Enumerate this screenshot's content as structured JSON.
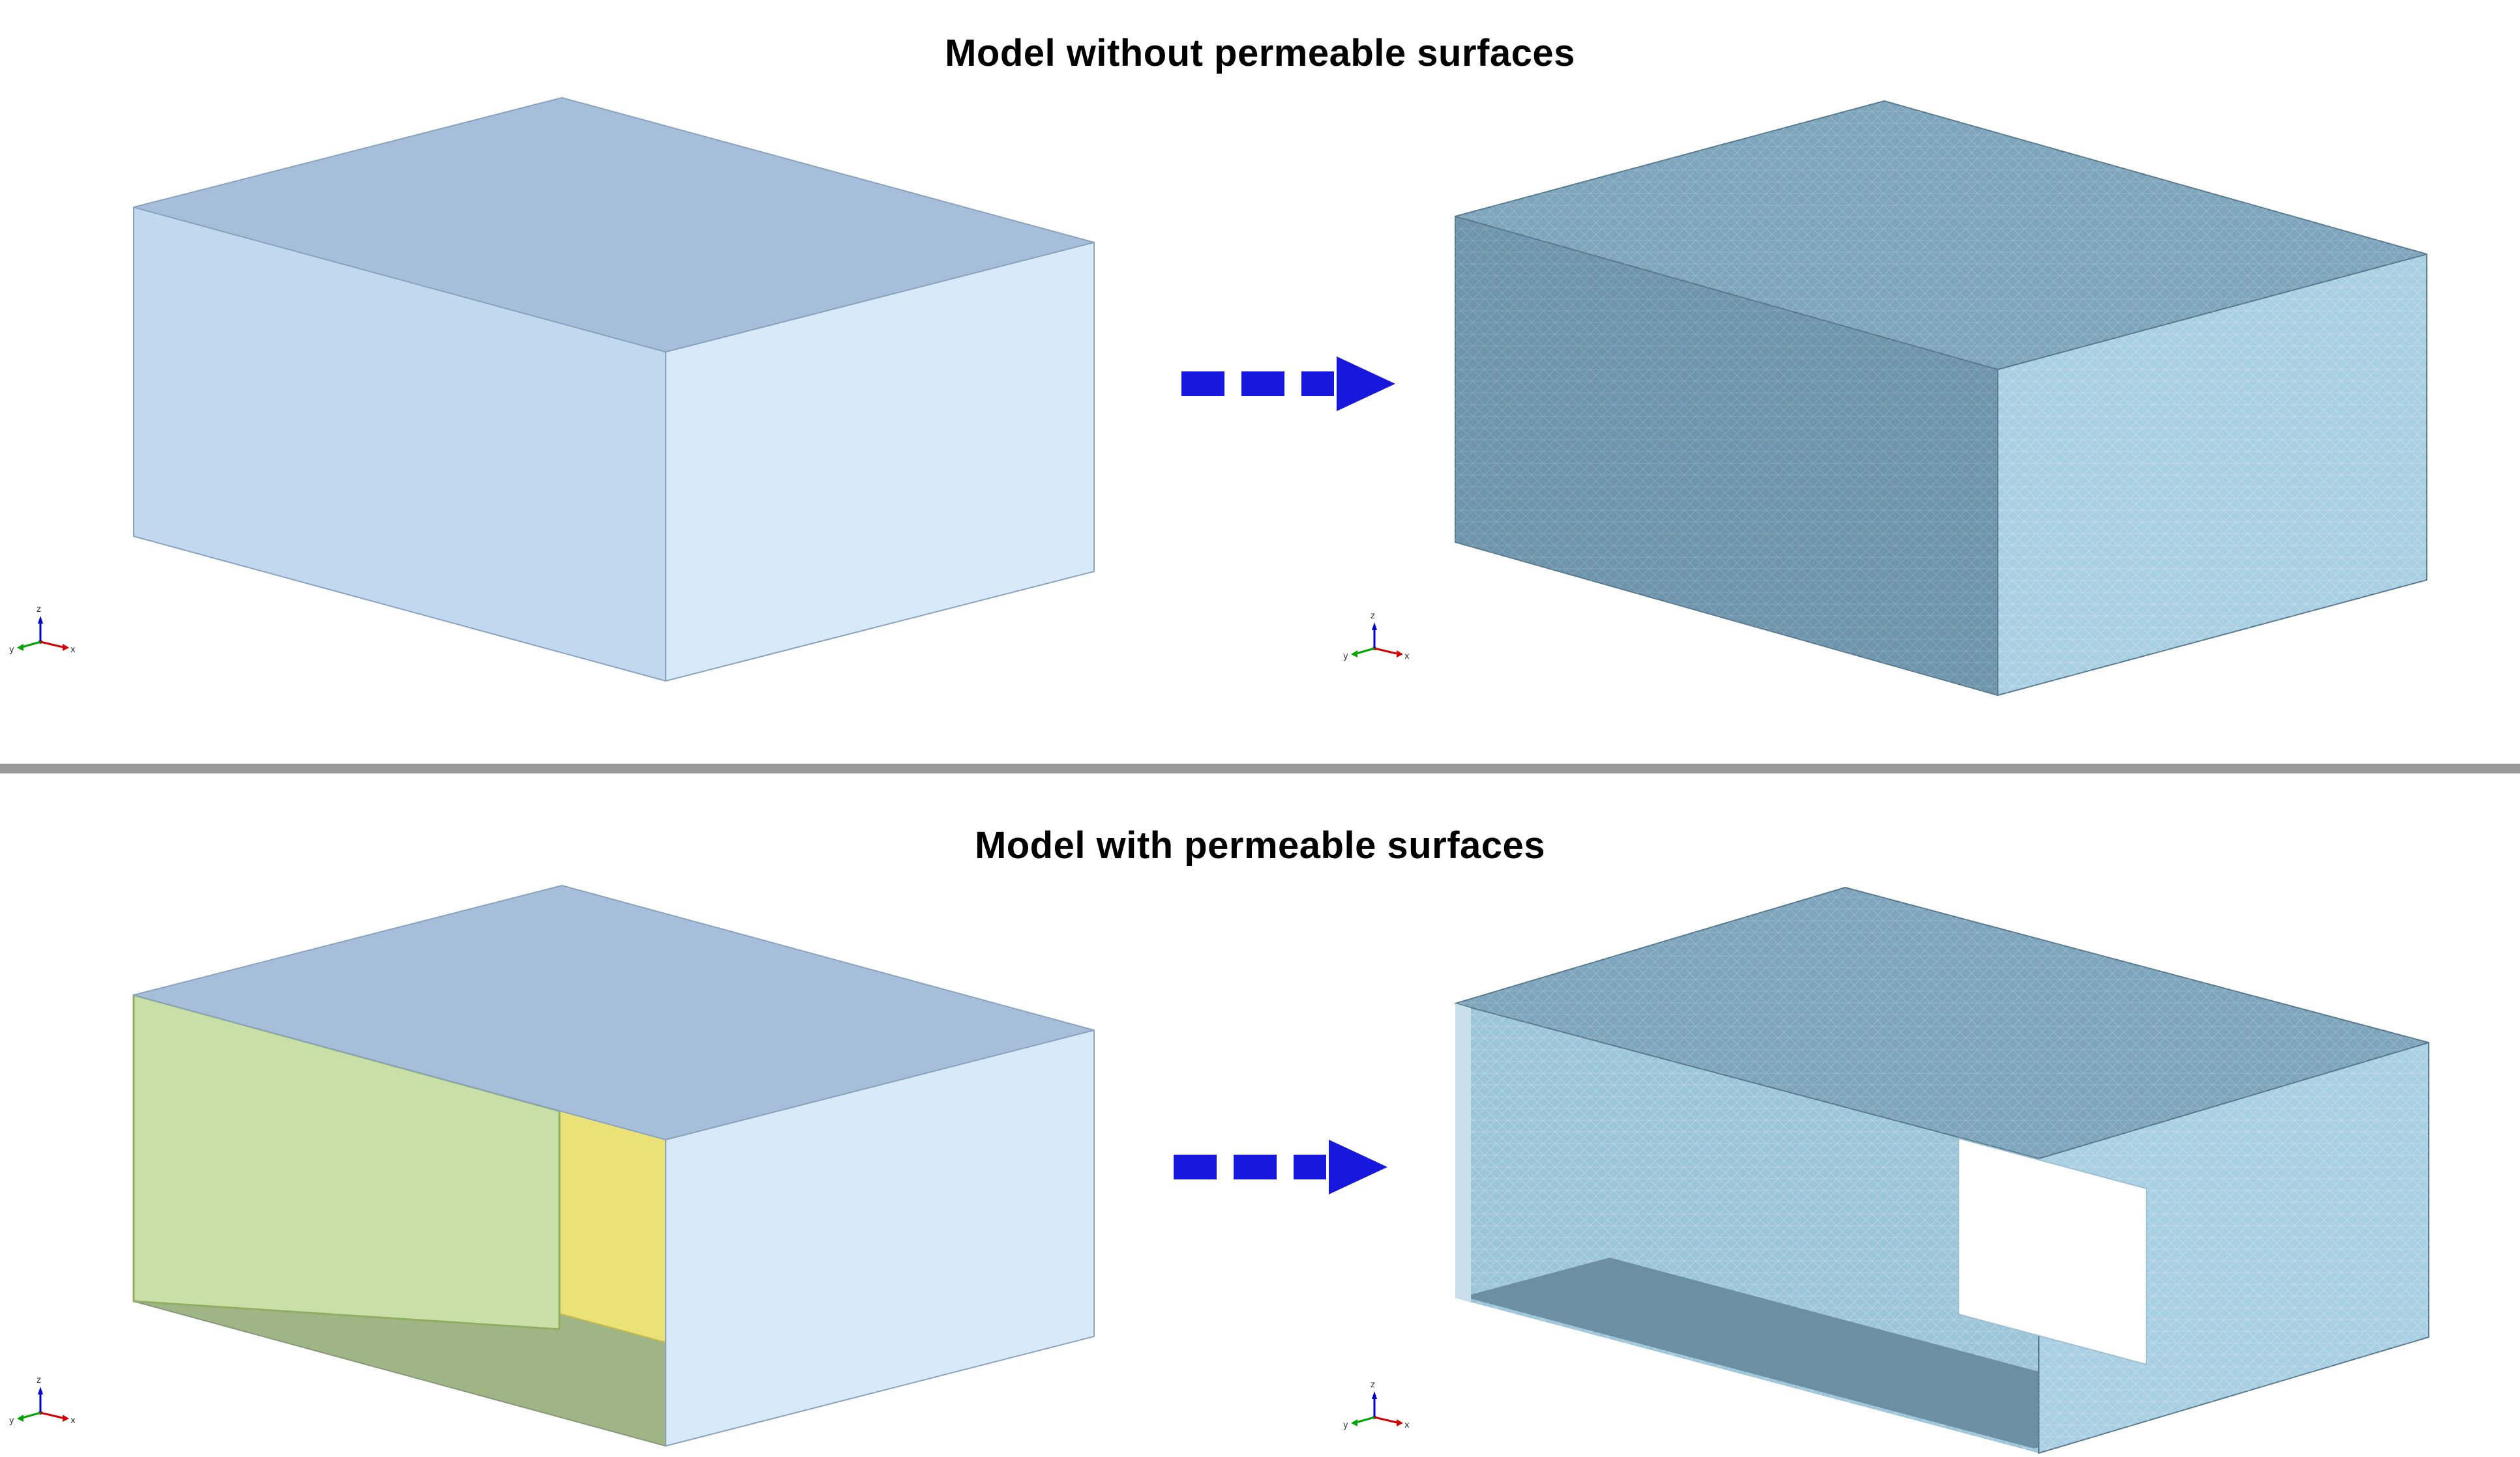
{
  "sections": {
    "top": {
      "title": "Model without permeable surfaces"
    },
    "bottom": {
      "title": "Model with permeable surfaces"
    }
  },
  "colors": {
    "background": "#ffffff",
    "cad_top_face": "#a7bedb",
    "cad_left_face": "#c2d8ef",
    "cad_right_face": "#d8e9f9",
    "mesh_top_face": "#7fa5bc",
    "mesh_dark_face": "#6f95ac",
    "mesh_light_face": "#a9cfe2",
    "mesh_interior_face": "#9cc5d9",
    "mesh_floor": "#6d8fa3",
    "permeable_green": "#c8dfa7",
    "permeable_yellow": "#eae276",
    "interior_floor_olive": "#a0b585",
    "hole_white": "#ffffff",
    "arrow_blue": "#1717dd",
    "divider_gray": "#9a9a9a"
  },
  "axis_triad": {
    "x_label": "x",
    "y_label": "y",
    "z_label": "z",
    "x_color": "#d40000",
    "y_color": "#00a400",
    "z_color": "#0000d4"
  }
}
